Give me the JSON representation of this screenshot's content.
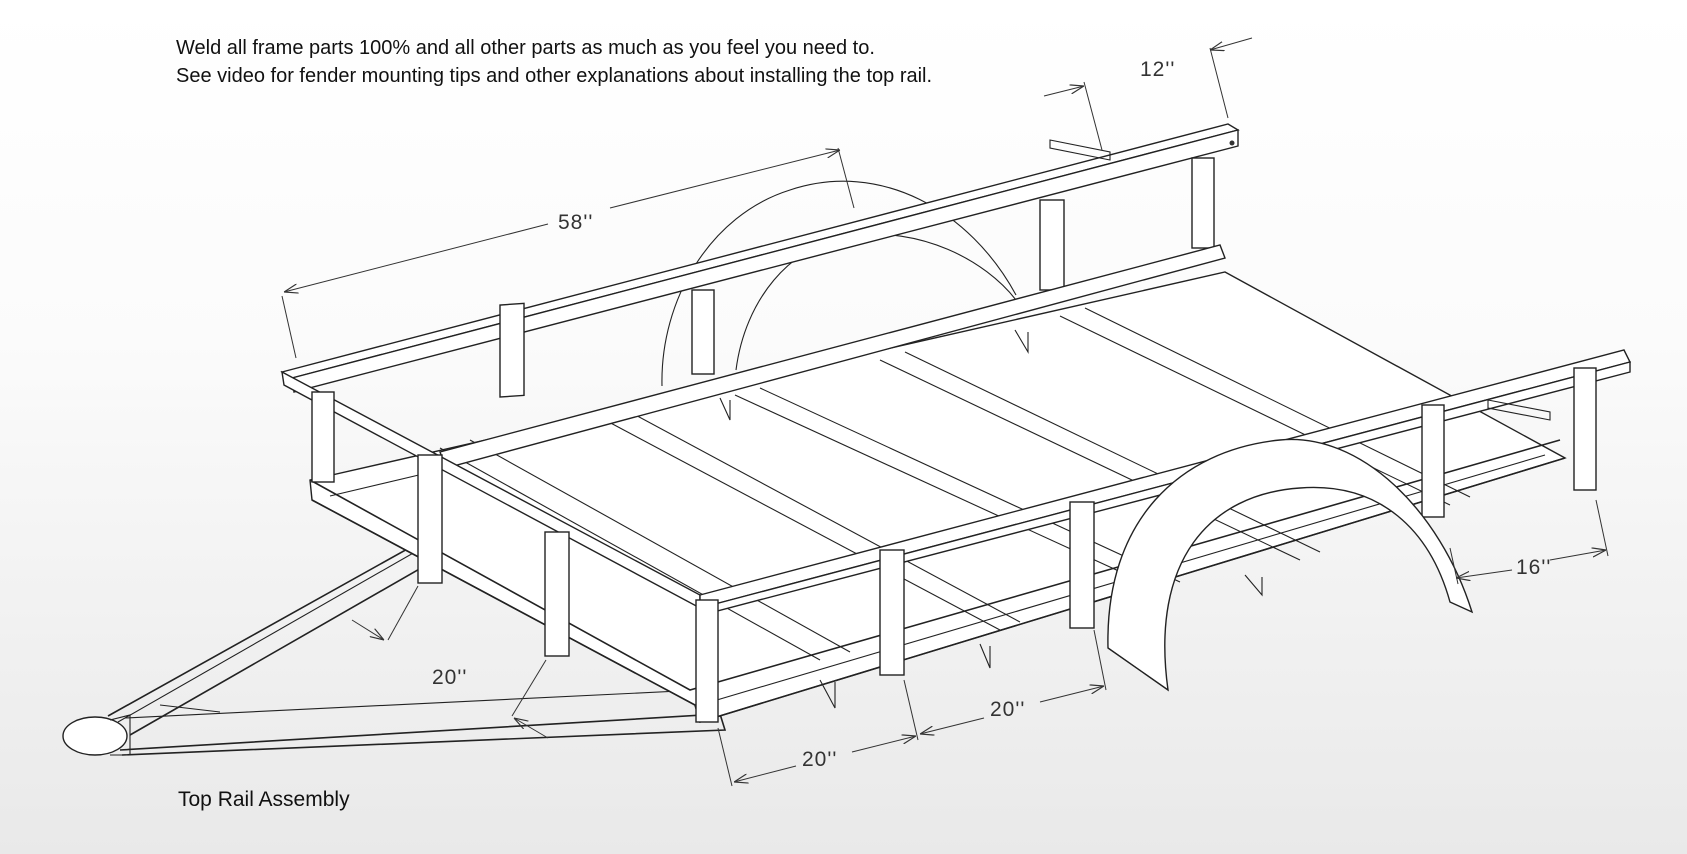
{
  "notes": {
    "line1": "Weld all frame parts 100% and all other parts as much as you feel you need to.",
    "line2": "See video for fender mounting tips and other explanations about installing the top rail."
  },
  "caption": "Top Rail Assembly",
  "dimensions": {
    "rail_length": "58''",
    "rail_extension": "12''",
    "rear_overhang": "16''",
    "post_spacing_tongue": "20''",
    "post_spacing_front": "20''",
    "post_spacing_mid": "20''"
  }
}
